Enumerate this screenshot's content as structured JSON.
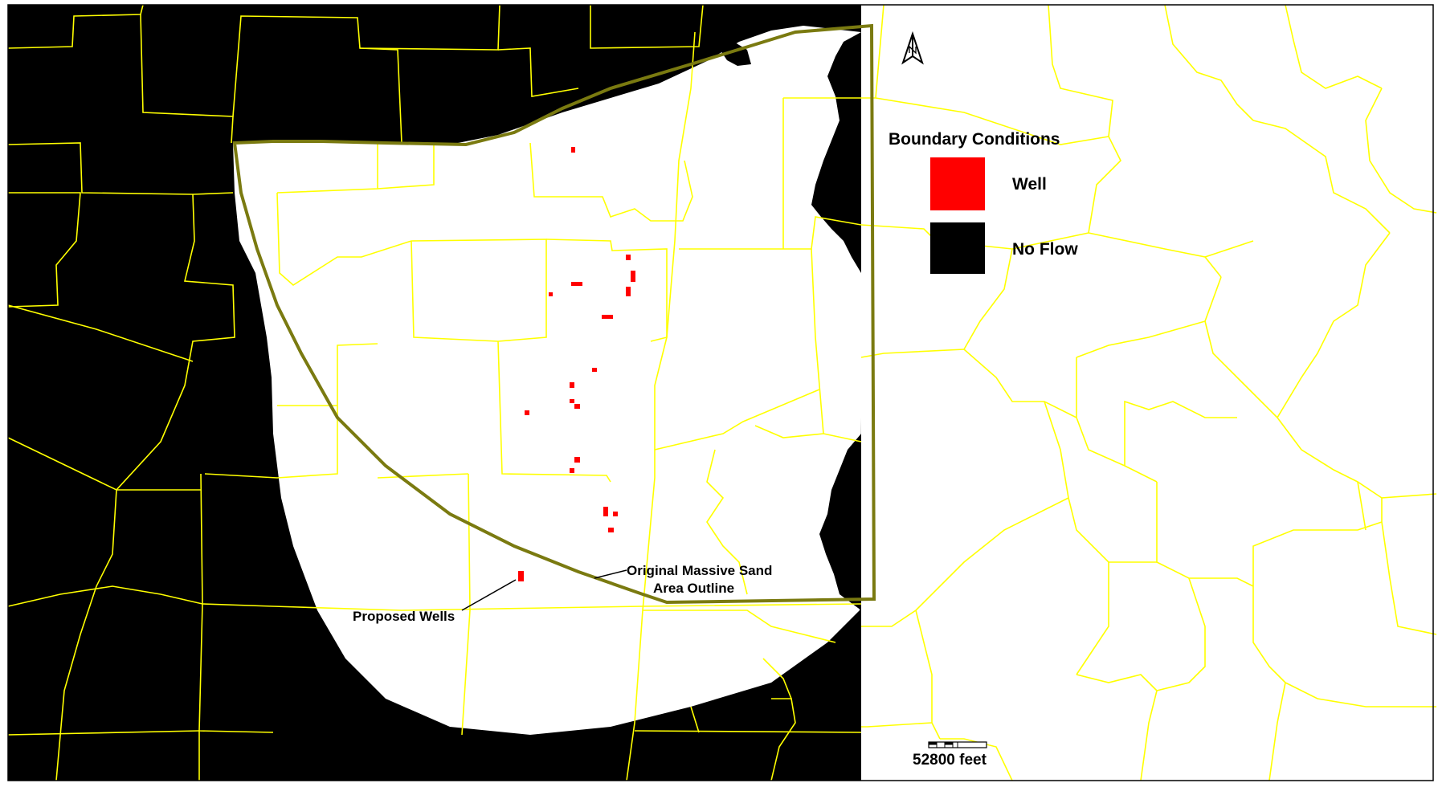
{
  "legend": {
    "title": "Boundary Conditions",
    "items": [
      {
        "label": "Well",
        "color": "#ff0000"
      },
      {
        "label": "No Flow",
        "color": "#000000"
      }
    ]
  },
  "annotations": {
    "outline_label_line1": "Original Massive Sand",
    "outline_label_line2": "Area Outline",
    "wells_label": "Proposed Wells"
  },
  "scale_bar": {
    "label": "52800 feet"
  },
  "north_arrow": {
    "icon": "north-arrow-icon"
  },
  "colors": {
    "no_flow": "#000000",
    "active_domain": "#ffffff",
    "county_lines": "#ffff00",
    "outline": "#7a7a10",
    "well": "#ff0000"
  }
}
